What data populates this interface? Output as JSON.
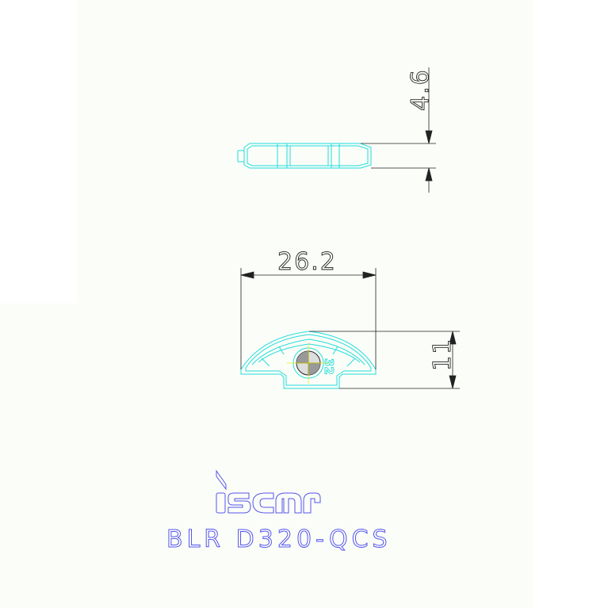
{
  "drawing": {
    "dimensions": {
      "thickness": "4.6",
      "width": "26.2",
      "height": "11"
    },
    "engraving": "32",
    "logo_text": "iscar",
    "part_number": "BLR D320-QCS"
  },
  "colors": {
    "part_outline": "#22dddd",
    "dimension_lines": "#222222",
    "centerline": "#e8e800",
    "title_text": "#5555ee"
  }
}
